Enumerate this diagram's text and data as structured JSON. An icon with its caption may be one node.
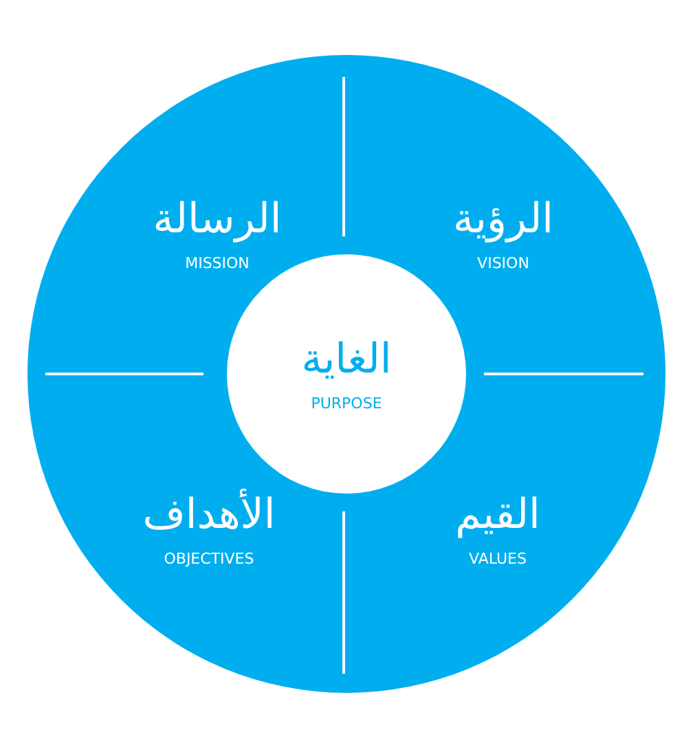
{
  "diagram": {
    "nodes": [
      {
        "text": [],
        "shape": "circle"
      },
      {
        "text": [
          "الرسالة",
          "MISSION"
        ],
        "in": 0
      },
      {
        "text": [
          "الرؤية",
          "VISION"
        ],
        "in": 0
      },
      {
        "text": [
          "الغاية",
          "PURPOSE"
        ],
        "in": 0
      },
      {
        "text": [
          "الأهداف",
          "OBJECTIVES"
        ],
        "in": 0
      },
      {
        "text": [
          "القيم",
          "VALUES"
        ],
        "in": 0
      }
    ],
    "edges": []
  }
}
